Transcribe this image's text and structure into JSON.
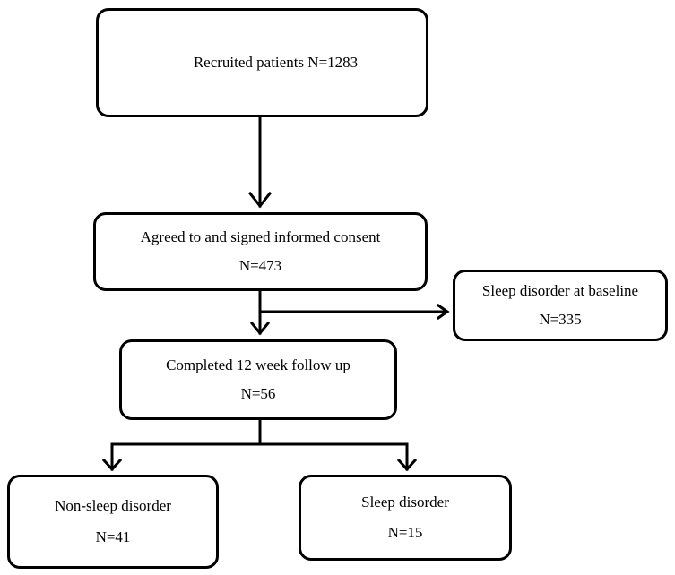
{
  "flowchart": {
    "recruited": {
      "label": "Recruited patients N=1283"
    },
    "consent": {
      "label": "Agreed to and signed informed consent",
      "count": "N=473"
    },
    "baseline_excluded": {
      "label": "Sleep disorder at baseline",
      "count": "N=335"
    },
    "followup": {
      "label": "Completed 12 week follow up",
      "count": "N=56"
    },
    "non_sleep_disorder": {
      "label": "Non-sleep disorder",
      "count": "N=41"
    },
    "sleep_disorder": {
      "label": "Sleep disorder",
      "count": "N=15"
    }
  }
}
